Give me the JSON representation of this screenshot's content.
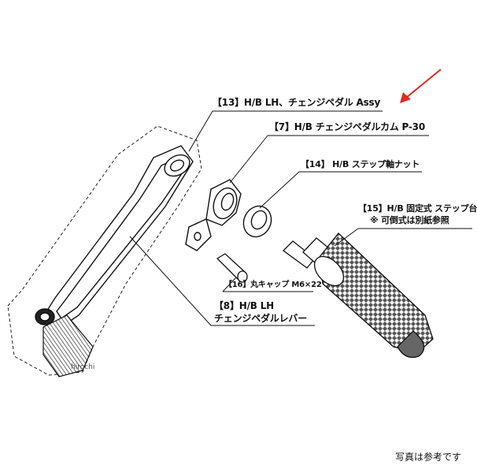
{
  "parts": [
    {
      "id": "p13",
      "text": "【13】H/B LH、チェンジペダル Assy"
    },
    {
      "id": "p7",
      "text": "【7】H/B チェンジペダルカム P-30"
    },
    {
      "id": "p14",
      "text": "【14】 H/B ステップ軸ナット"
    },
    {
      "id": "p15a",
      "text": "【15】H/B 固定式 ステップ台"
    },
    {
      "id": "p15b",
      "text": "※ 可倒式は別紙参照"
    },
    {
      "id": "p16",
      "text": "【16】丸キャップ M6×22"
    },
    {
      "id": "p8a",
      "text": "【8】H/B LH"
    },
    {
      "id": "p8b",
      "text": "チェンジペダルレバー"
    }
  ],
  "caption": "写真は参考です",
  "watermark": "hirochi",
  "colors": {
    "arrow": "#e02a1b",
    "line": "#111111"
  }
}
